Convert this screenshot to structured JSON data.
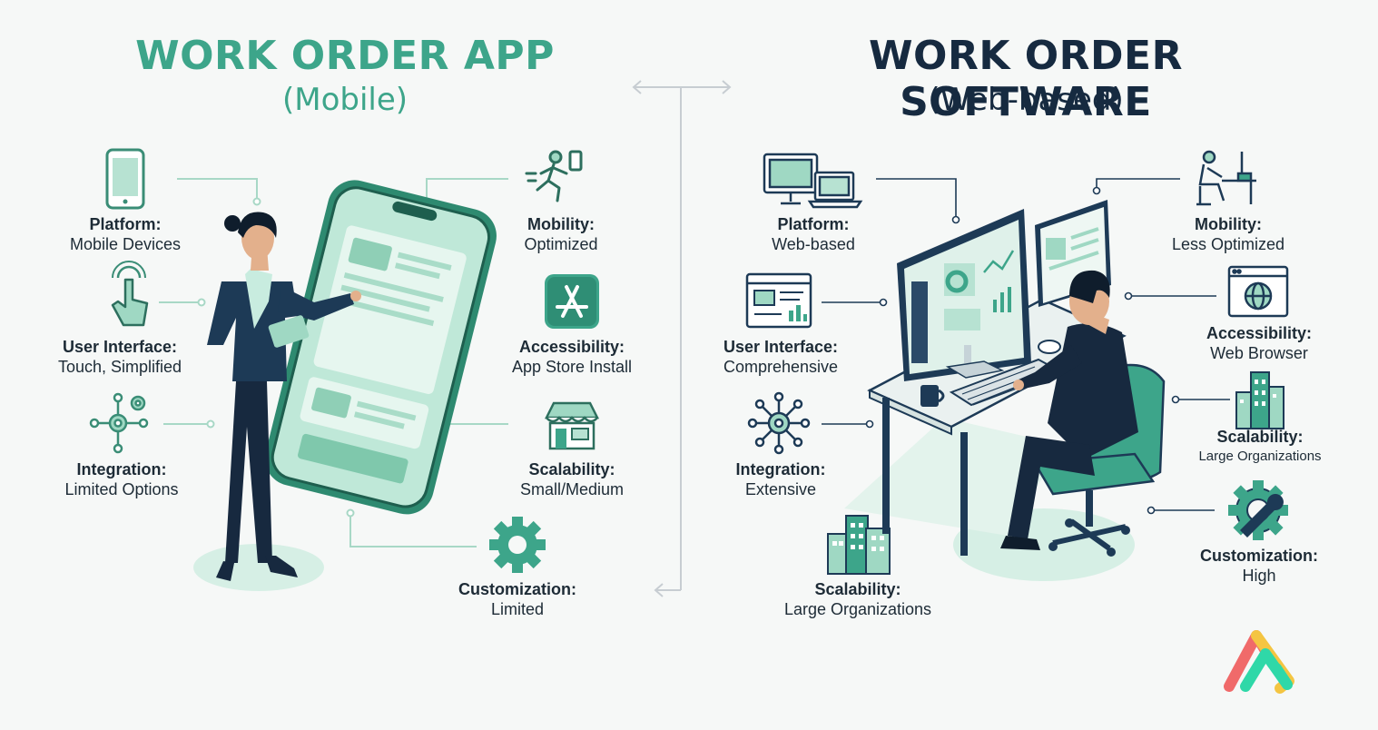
{
  "left": {
    "title": "WORK ORDER APP",
    "subtitle": "(Mobile)",
    "features": [
      {
        "key": "platform",
        "label": "Platform:",
        "value": "Mobile Devices",
        "icon": "smartphone-icon"
      },
      {
        "key": "ui",
        "label": "User Interface:",
        "value": "Touch, Simplified",
        "icon": "touch-hand-icon"
      },
      {
        "key": "integration",
        "label": "Integration:",
        "value": "Limited Options",
        "icon": "network-gears-icon"
      },
      {
        "key": "mobility",
        "label": "Mobility:",
        "value": "Optimized",
        "icon": "running-person-icon"
      },
      {
        "key": "accessibility",
        "label": "Accessibility:",
        "value": "App Store Install",
        "icon": "app-store-icon"
      },
      {
        "key": "scalability",
        "label": "Scalability:",
        "value": "Small/Medium",
        "icon": "storefront-icon"
      },
      {
        "key": "customization",
        "label": "Customization:",
        "value": "Limited",
        "icon": "gear-icon"
      }
    ]
  },
  "right": {
    "title": "WORK ORDER SOFTWARE",
    "subtitle": "(Web-based)",
    "features": [
      {
        "key": "platform",
        "label": "Platform:",
        "value": "Web-based",
        "icon": "desktop-laptop-icon"
      },
      {
        "key": "ui",
        "label": "User Interface:",
        "value": "Comprehensive",
        "icon": "dashboard-window-icon"
      },
      {
        "key": "integration",
        "label": "Integration:",
        "value": "Extensive",
        "icon": "network-hub-icon"
      },
      {
        "key": "scalability_bottom",
        "label": "Scalability:",
        "value": "Large Organizations",
        "icon": "office-buildings-icon"
      },
      {
        "key": "mobility",
        "label": "Mobility:",
        "value": "Less Optimized",
        "icon": "desk-worker-icon"
      },
      {
        "key": "accessibility",
        "label": "Accessibility:",
        "value": "Web Browser",
        "icon": "browser-globe-icon"
      },
      {
        "key": "scalability",
        "label": "Scalability:",
        "value": "Large Organizations",
        "icon": "skyscrapers-icon"
      },
      {
        "key": "customization",
        "label": "Customization:",
        "value": "High",
        "icon": "gear-wrench-icon"
      }
    ]
  },
  "colors": {
    "accent": "#3da58a",
    "mint": "#9fd8c3",
    "navy": "#162a40",
    "line": "#9fd1bf"
  }
}
